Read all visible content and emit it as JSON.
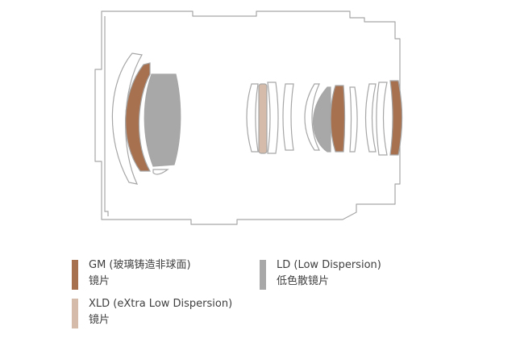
{
  "colors": {
    "outline": "#a6a6a6",
    "gm": "#a7704f",
    "xld": "#d5bcaa",
    "ld": "#a8a8a8",
    "background": "#ffffff"
  },
  "legend": {
    "gm": {
      "line1": "GM (玻璃铸造非球面)",
      "line2": "镜片"
    },
    "xld": {
      "line1": "XLD (eXtra Low Dispersion)",
      "line2": "镜片"
    },
    "ld": {
      "line1": "LD (Low Dispersion)",
      "line2": "低色散镜片"
    }
  }
}
